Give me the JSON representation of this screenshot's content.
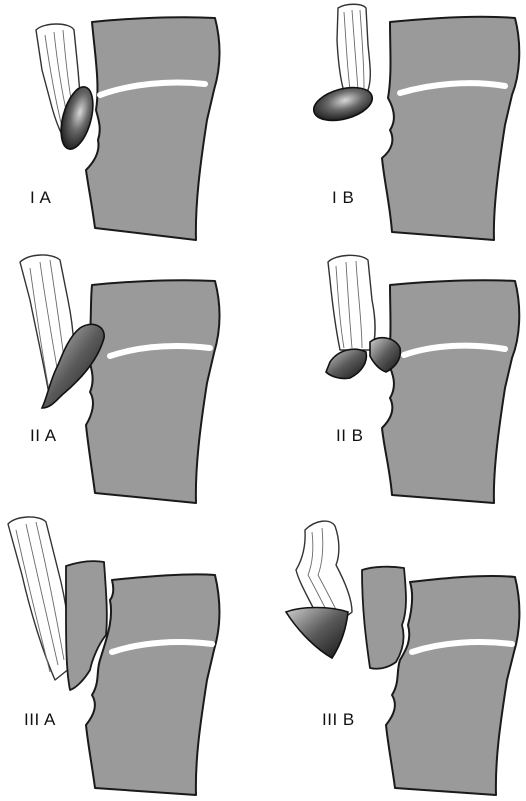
{
  "panels": [
    {
      "label": "I A"
    },
    {
      "label": "I B"
    },
    {
      "label": "II A"
    },
    {
      "label": "II B"
    },
    {
      "label": "III A"
    },
    {
      "label": "III B"
    }
  ],
  "colors": {
    "bone": "#9a9a9a",
    "outline": "#1a1a1a",
    "physis": "#ffffff",
    "tendon": "#ffffff",
    "ossicle_dark": "#202020",
    "ossicle_light": "#cfcfcf"
  }
}
